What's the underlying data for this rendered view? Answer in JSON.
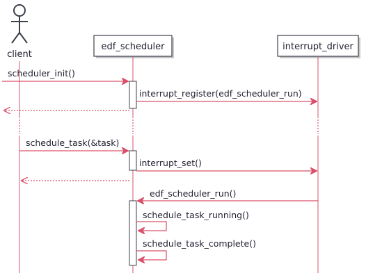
{
  "participants": {
    "client": "client",
    "scheduler": "edf_scheduler",
    "driver": "interrupt_driver"
  },
  "messages": {
    "m1": "scheduler_init()",
    "m2": "interrupt_register(edf_scheduler_run)",
    "m3": "schedule_task(&task)",
    "m4": "interrupt_set()",
    "m5": "edf_scheduler_run()",
    "m6": "schedule_task_running()",
    "m7": "schedule_task_complete()"
  },
  "colors": {
    "arrow": "#d9506a",
    "border": "#3b3f4a"
  }
}
